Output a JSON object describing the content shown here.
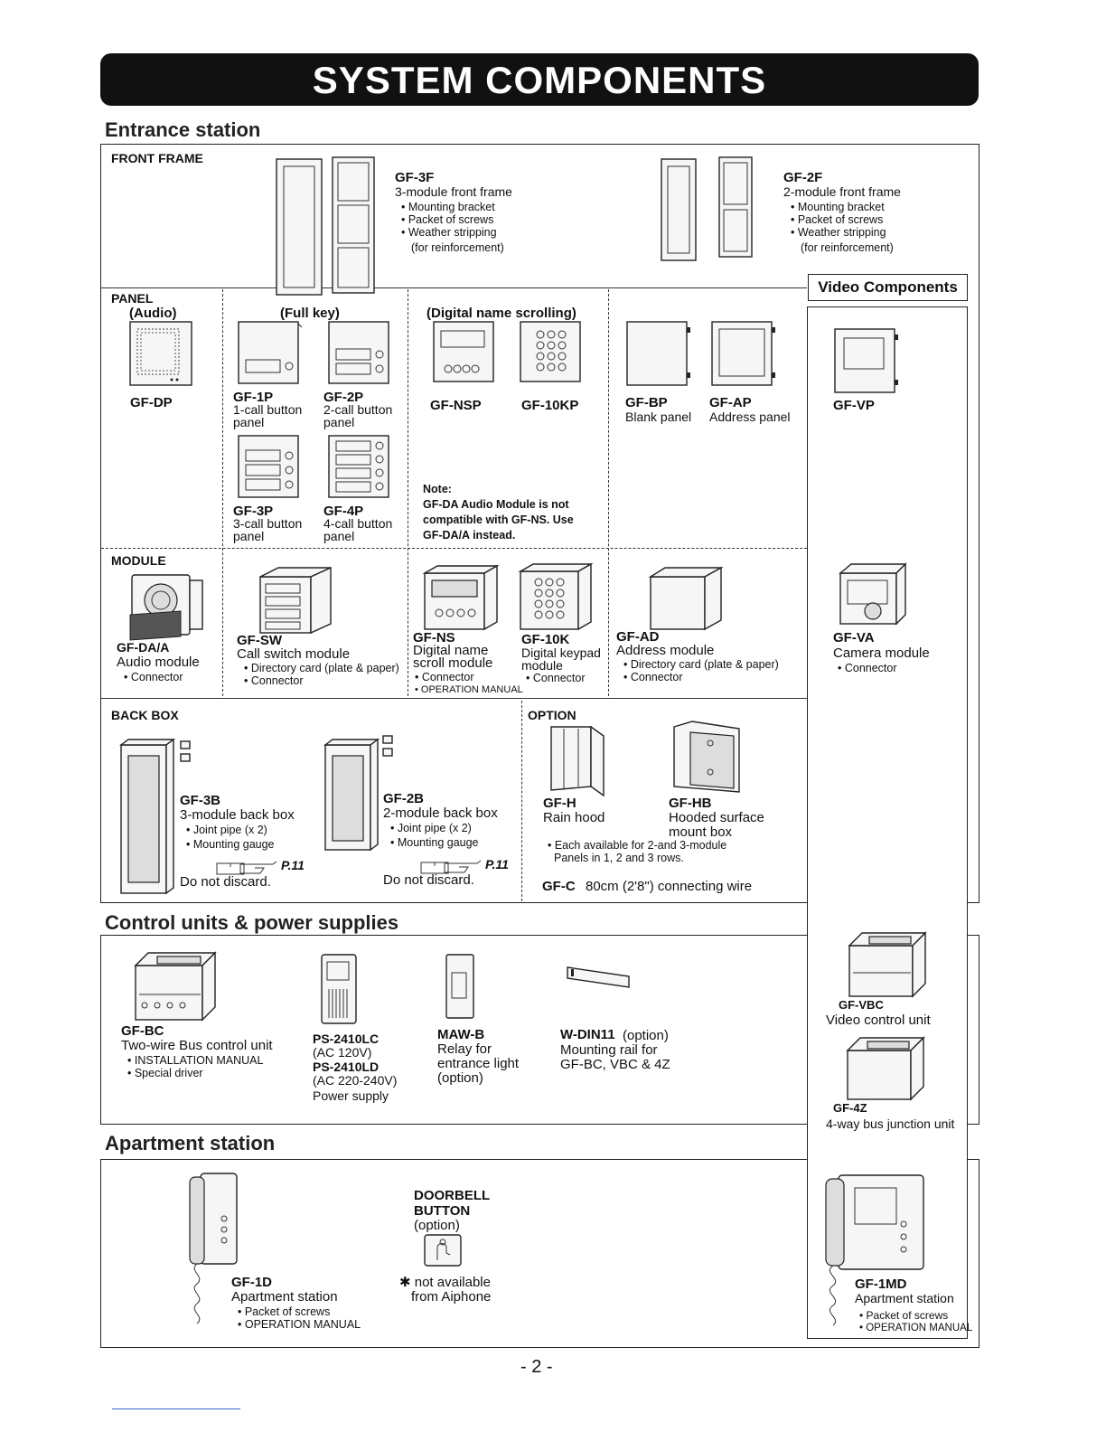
{
  "title": "SYSTEM COMPONENTS",
  "sections": {
    "entrance": "Entrance station",
    "control": "Control units & power supplies",
    "apartment": "Apartment station"
  },
  "labels": {
    "front_frame": "FRONT FRAME",
    "panel": "PANEL",
    "audio": "(Audio)",
    "full_key": "(Full key)",
    "digital_name_scrolling": "(Digital name scrolling)",
    "module": "MODULE",
    "back_box": "BACK BOX",
    "option": "OPTION",
    "video_components": "Video Components"
  },
  "front_frame": {
    "gf3f": {
      "code": "GF-3F",
      "desc": "3-module front frame",
      "items": [
        "• Mounting bracket",
        "• Packet of screws",
        "• Weather stripping"
      ],
      "extra": "(for reinforcement)"
    },
    "gf2f": {
      "code": "GF-2F",
      "desc": "2-module front frame",
      "items": [
        "• Mounting bracket",
        "• Packet of screws",
        "• Weather stripping"
      ],
      "extra": "(for reinforcement)"
    }
  },
  "panels": {
    "gfdp": {
      "code": "GF-DP"
    },
    "gf1p": {
      "code": "GF-1P",
      "desc": "1-call button",
      "desc2": "panel"
    },
    "gf2p": {
      "code": "GF-2P",
      "desc": "2-call button",
      "desc2": "panel"
    },
    "gf3p": {
      "code": "GF-3P",
      "desc": "3-call button",
      "desc2": "panel"
    },
    "gf4p": {
      "code": "GF-4P",
      "desc": "4-call button",
      "desc2": "panel"
    },
    "gfnsp": {
      "code": "GF-NSP"
    },
    "gf10kp": {
      "code": "GF-10KP"
    },
    "gfbp": {
      "code": "GF-BP",
      "desc": "Blank panel"
    },
    "gfap": {
      "code": "GF-AP",
      "desc": "Address panel"
    },
    "gfvp": {
      "code": "GF-VP"
    }
  },
  "note": {
    "title": "Note:",
    "lines": [
      "GF-DA Audio Module is not",
      "compatible with GF-NS. Use",
      "GF-DA/A instead."
    ]
  },
  "modules": {
    "gfdaa": {
      "code": "GF-DA/A",
      "desc": "Audio module",
      "items": [
        "• Connector"
      ]
    },
    "gfsw": {
      "code": "GF-SW",
      "desc": "Call switch module",
      "items": [
        "• Directory card (plate & paper)",
        "• Connector"
      ]
    },
    "gfns": {
      "code": "GF-NS",
      "desc": "Digital name",
      "desc2": "scroll module",
      "items": [
        "• Connector",
        "• OPERATION MANUAL"
      ]
    },
    "gf10k": {
      "code": "GF-10K",
      "desc": "Digital keypad",
      "desc2": "module",
      "items": [
        "• Connector"
      ]
    },
    "gfad": {
      "code": "GF-AD",
      "desc": "Address module",
      "items": [
        "• Directory card (plate & paper)",
        "• Connector"
      ]
    },
    "gfva": {
      "code": "GF-VA",
      "desc": "Camera module",
      "items": [
        "• Connector"
      ]
    }
  },
  "backbox": {
    "gf3b": {
      "code": "GF-3B",
      "desc": "3-module back box",
      "items": [
        "• Joint pipe (x 2)",
        "• Mounting gauge"
      ],
      "ref": "P.11",
      "warn": "Do not discard."
    },
    "gf2b": {
      "code": "GF-2B",
      "desc": "2-module back box",
      "items": [
        "• Joint pipe (x 2)",
        "• Mounting gauge"
      ],
      "ref": "P.11",
      "warn": "Do not discard."
    }
  },
  "option": {
    "gfh": {
      "code": "GF-H",
      "desc": "Rain hood"
    },
    "gfhb": {
      "code": "GF-HB",
      "desc": "Hooded surface",
      "desc2": "mount box"
    },
    "avail1": "• Each available for 2-and 3-module",
    "avail2": "Panels in 1, 2 and 3 rows.",
    "gfc_code": "GF-C",
    "gfc_desc": "80cm (2'8\") connecting wire"
  },
  "control": {
    "gfbc": {
      "code": "GF-BC",
      "desc": "Two-wire Bus control unit",
      "items": [
        "• INSTALLATION MANUAL",
        "• Special driver"
      ]
    },
    "ps": {
      "code1": "PS-2410LC",
      "v1": "(AC 120V)",
      "code2": "PS-2410LD",
      "v2": "(AC 220-240V)",
      "desc": "Power supply"
    },
    "mawb": {
      "code": "MAW-B",
      "lines": [
        "Relay for",
        "entrance light",
        "(option)"
      ]
    },
    "wdin": {
      "code": "W-DIN11",
      "opt": "(option)",
      "lines": [
        "Mounting rail for",
        "GF-BC, VBC & 4Z"
      ]
    },
    "gfvbc": {
      "code": "GF-VBC",
      "desc": "Video control unit"
    },
    "gf4z": {
      "code": "GF-4Z",
      "desc": "4-way bus junction unit"
    }
  },
  "apartment": {
    "gf1d": {
      "code": "GF-1D",
      "desc": "Apartment station",
      "items": [
        "• Packet of screws",
        "• OPERATION MANUAL"
      ]
    },
    "doorbell": {
      "l1": "DOORBELL",
      "l2": "BUTTON",
      "opt": "(option)",
      "na1": "✱ not available",
      "na2": "from Aiphone"
    },
    "gf1md": {
      "code": "GF-1MD",
      "desc": "Apartment station",
      "items": [
        "• Packet of screws",
        "• OPERATION MANUAL"
      ]
    }
  },
  "page_number": "- 2 -"
}
